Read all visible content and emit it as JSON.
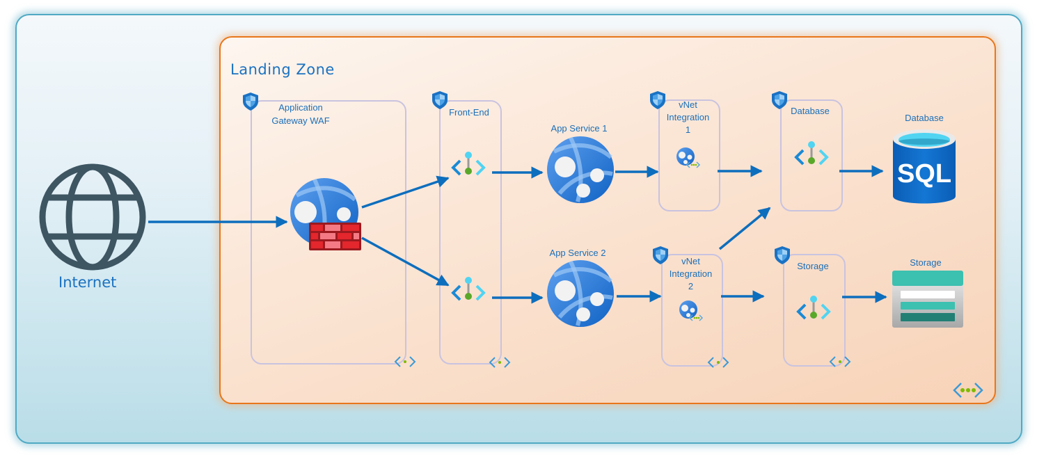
{
  "diagram": {
    "type": "azure-architecture",
    "internet": {
      "label": "Internet",
      "icon": "globe-icon"
    },
    "landing_zone": {
      "title": "Landing Zone",
      "icon": "virtual-network-icon"
    },
    "subnets": [
      {
        "id": "appgw",
        "label": "Application Gateway WAF",
        "line1": "Application",
        "line2": "Gateway WAF",
        "nsg_icon": "nsg-shield-icon"
      },
      {
        "id": "frontend",
        "label": "Front-End",
        "nsg_icon": "nsg-shield-icon"
      },
      {
        "id": "vnet1",
        "label": "vNet Integration 1",
        "line1": "vNet",
        "line2": "Integration",
        "line3": "1",
        "nsg_icon": "nsg-shield-icon"
      },
      {
        "id": "database",
        "label": "Database",
        "nsg_icon": "nsg-shield-icon"
      },
      {
        "id": "vnet2",
        "label": "vNet Integration 2",
        "line1": "vNet",
        "line2": "Integration",
        "line3": "2",
        "nsg_icon": "nsg-shield-icon"
      },
      {
        "id": "storage",
        "label": "Storage",
        "nsg_icon": "nsg-shield-icon"
      }
    ],
    "services": {
      "app_service_1": "App Service 1",
      "app_service_2": "App Service 2",
      "sql_database": "Database",
      "sql_text": "SQL",
      "storage_account": "Storage"
    },
    "edges": [
      {
        "from": "Internet",
        "to": "Application Gateway WAF"
      },
      {
        "from": "Application Gateway WAF",
        "to": "Front-End private endpoint 1"
      },
      {
        "from": "Application Gateway WAF",
        "to": "Front-End private endpoint 2"
      },
      {
        "from": "Front-End private endpoint 1",
        "to": "App Service 1"
      },
      {
        "from": "Front-End private endpoint 2",
        "to": "App Service 2"
      },
      {
        "from": "App Service 1",
        "to": "vNet Integration 1"
      },
      {
        "from": "App Service 2",
        "to": "vNet Integration 2"
      },
      {
        "from": "vNet Integration 1",
        "to": "Database"
      },
      {
        "from": "vNet Integration 2",
        "to": "Database"
      },
      {
        "from": "vNet Integration 2",
        "to": "Storage"
      },
      {
        "from": "Database private endpoint",
        "to": "SQL Database"
      },
      {
        "from": "Storage private endpoint",
        "to": "Storage Account"
      }
    ],
    "colors": {
      "arrow": "#0d6ebd",
      "label": "#1b6fb8",
      "outer_border": "#4fa9c4",
      "landing_border": "#e8761a",
      "subnet_border": "#c9c3e0",
      "firewall": "#d7262d",
      "sql": "#0a66c2",
      "storage_teal": "#3cc0b0"
    }
  }
}
